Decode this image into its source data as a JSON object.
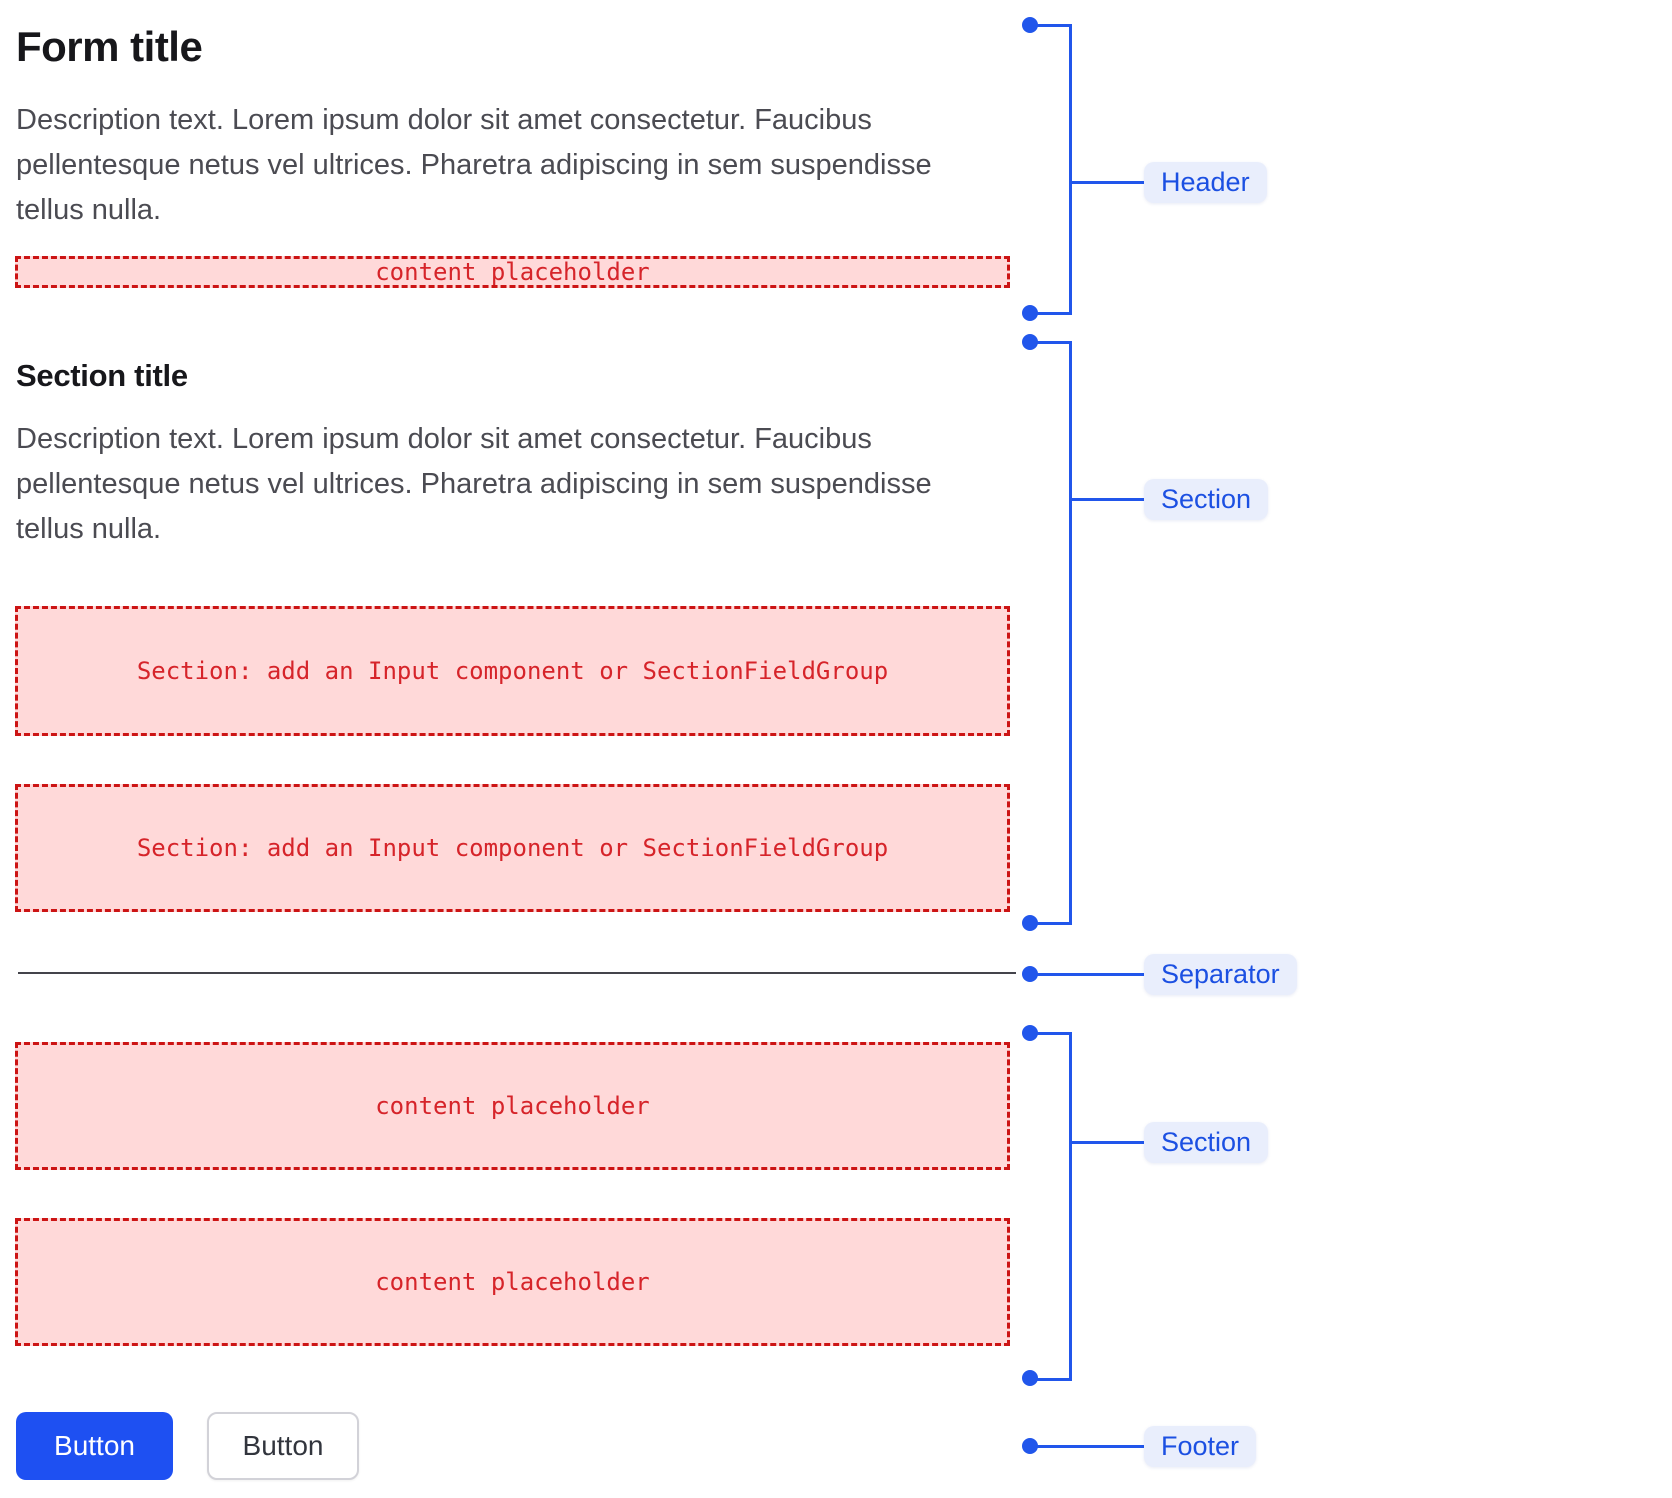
{
  "form": {
    "header": {
      "title": "Form title",
      "description": "Description text. Lorem ipsum dolor sit amet consectetur. Faucibus pellentesque netus vel ultrices. Pharetra adipiscing in sem suspendisse tellus nulla.",
      "placeholder": "content placeholder"
    },
    "section_1": {
      "title": "Section title",
      "description": "Description text. Lorem ipsum dolor sit amet consectetur. Faucibus pellentesque netus vel ultrices. Pharetra adipiscing in sem suspendisse tellus nulla.",
      "placeholders": [
        "Section: add an Input component or SectionFieldGroup",
        "Section: add an Input component or SectionFieldGroup"
      ]
    },
    "section_2": {
      "placeholders": [
        "content placeholder",
        "content placeholder"
      ]
    },
    "footer": {
      "primary_button": "Button",
      "secondary_button": "Button"
    }
  },
  "annotations": {
    "header": "Header",
    "section_1": "Section",
    "separator": "Separator",
    "section_2": "Section",
    "footer": "Footer"
  },
  "colors": {
    "annotation_blue": "#2156EB",
    "annotation_label_bg": "#E9EEFC",
    "annotation_label_text": "#1C50E2",
    "placeholder_bg": "#FFD9D9",
    "placeholder_border": "#CC1414",
    "placeholder_text": "#D6242A",
    "primary_button_bg": "#1E50F2",
    "primary_button_text": "#FFFFFF",
    "secondary_button_text": "#32353D",
    "secondary_button_border": "#D2D2D8",
    "separator_line": "#44444B",
    "title_text": "#17171B",
    "description_text": "#4B4B52",
    "page_bg": "#FFFFFF"
  }
}
